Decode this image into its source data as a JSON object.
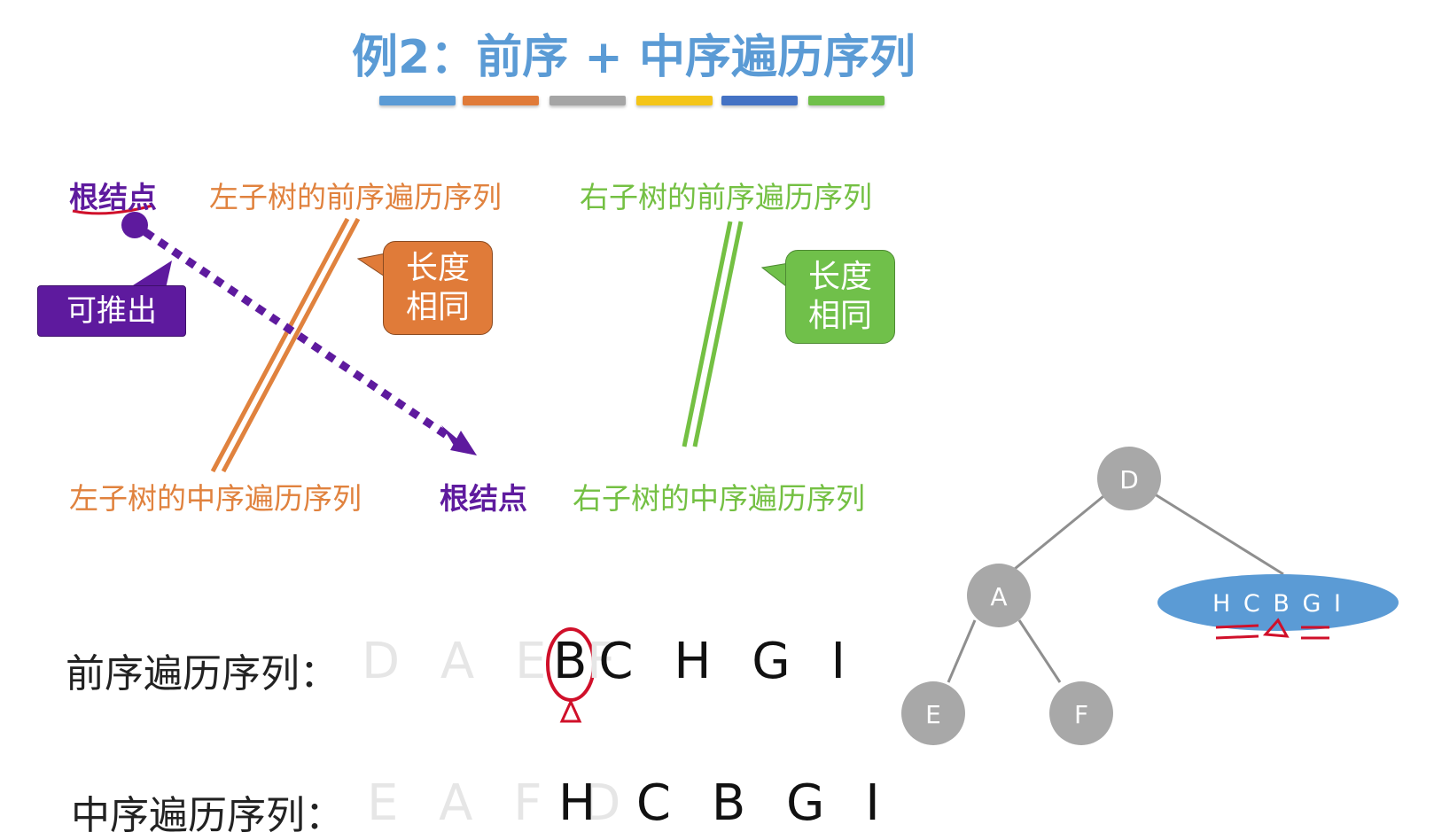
{
  "title": "例2：前序 + 中序遍历序列",
  "color_bars": [
    "#5b9bd5",
    "#e07b39",
    "#a5a5a5",
    "#f4c518",
    "#4472c4",
    "#70c04a"
  ],
  "top_row": {
    "root": "根结点",
    "left_pre": "左子树的前序遍历序列",
    "right_pre": "右子树的前序遍历序列"
  },
  "bottom_row": {
    "left_in": "左子树的中序遍历序列",
    "root": "根结点",
    "right_in": "右子树的中序遍历序列"
  },
  "callouts": {
    "derive": "可推出",
    "same_len_left": [
      "长度",
      "相同"
    ],
    "same_len_right": [
      "长度",
      "相同"
    ]
  },
  "preorder": {
    "label": "前序遍历序列：",
    "processed": "D A E F",
    "remaining": "BC H G I"
  },
  "inorder": {
    "label": "中序遍历序列：",
    "processed": "E A F D",
    "remaining": "H C B G I"
  },
  "tree": {
    "root": "D",
    "left": "A",
    "left_left": "E",
    "left_right": "F",
    "right_subtree": "H C B G I"
  },
  "colors": {
    "purple": "#5e1a9e",
    "orange": "#e0823e",
    "green": "#74c043",
    "node_gray": "#a8a8a8",
    "ellipse_blue": "#5b9bd5",
    "annotation_red": "#d0102a"
  }
}
